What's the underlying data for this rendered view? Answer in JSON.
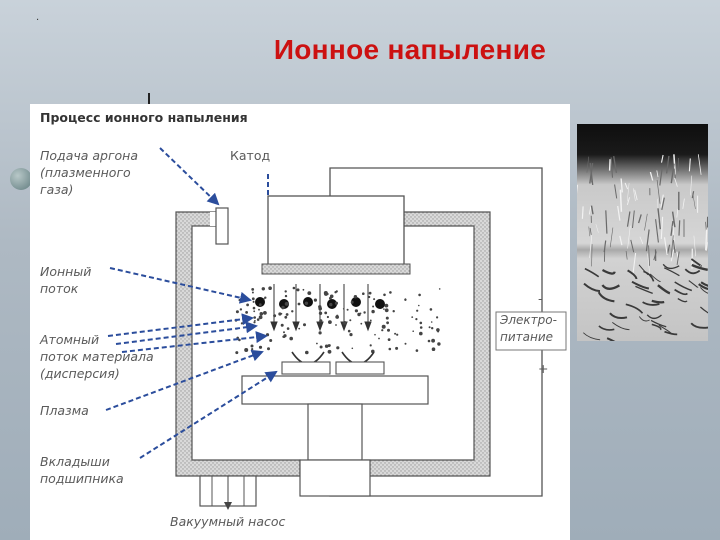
{
  "slide": {
    "dot": ".",
    "title": "Ионное напыление"
  },
  "diagram": {
    "heading": "Процесс ионного напыления",
    "labels": {
      "argon": "Подача аргона\n(плазменного\nгаза)",
      "cathode": "Катод",
      "ion_flow": "Ионный\nпоток",
      "atom_flow": "Атомный\nпоток материала\n(дисперсия)",
      "plasma": "Плазма",
      "bearing": "Вкладыши\nподшипника",
      "pump": "Вакуумный насос",
      "power": "Электро-\nпитание",
      "minus": "-",
      "plus": "+"
    }
  },
  "colors": {
    "title": "#cc1111",
    "leader": "#2b4d9c",
    "frame": "#555555",
    "hatch": "#b0b0b0"
  },
  "photo": {
    "icon": "coating-microstructure-image"
  }
}
